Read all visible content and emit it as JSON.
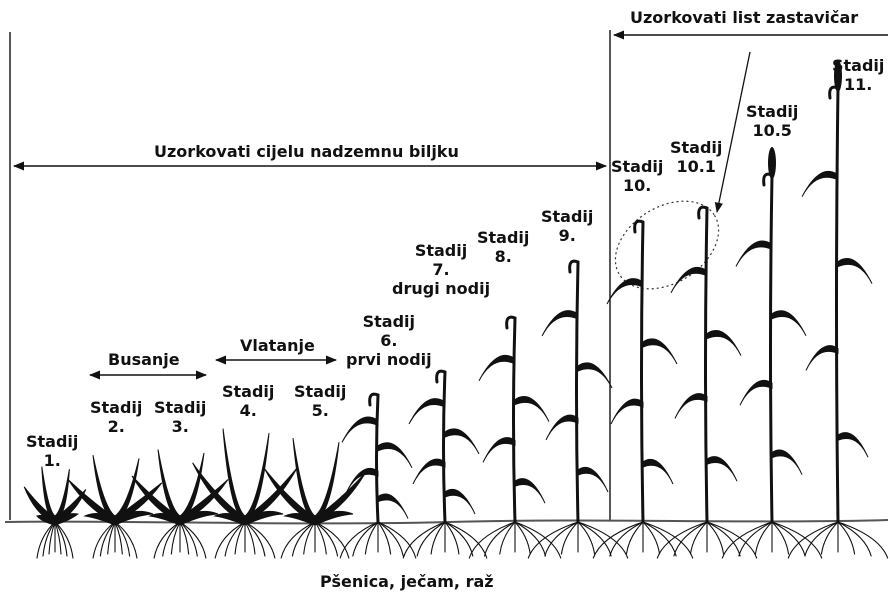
{
  "caption": "Pšenica, ječam, raž",
  "sections": {
    "whole_plant": "Uzorkovati cijelu nadzemnu biljku",
    "flag_leaf": "Uzorkovati list zastavičar"
  },
  "phases": {
    "tillering": "Busanje",
    "stem_extension": "Vlatanje"
  },
  "stages": [
    {
      "label": "Stadij",
      "number": "1."
    },
    {
      "label": "Stadij",
      "number": "2."
    },
    {
      "label": "Stadij",
      "number": "3."
    },
    {
      "label": "Stadij",
      "number": "4."
    },
    {
      "label": "Stadij",
      "number": "5."
    },
    {
      "label": "Stadij",
      "number": "6.",
      "note": "prvi nodij"
    },
    {
      "label": "Stadij",
      "number": "7.",
      "note": "drugi nodij"
    },
    {
      "label": "Stadij",
      "number": "8."
    },
    {
      "label": "Stadij",
      "number": "9."
    },
    {
      "label": "Stadij",
      "number": "10."
    },
    {
      "label": "Stadij",
      "number": "10.1"
    },
    {
      "label": "Stadij",
      "number": "10.5"
    },
    {
      "label": "Stadij",
      "number": "11."
    }
  ],
  "colors": {
    "ink": "#111111",
    "ground": "#555555"
  },
  "icons": [
    "plant-icon",
    "roots-icon",
    "wheat-head-icon",
    "double-arrow-icon",
    "dotted-ellipse-icon"
  ]
}
